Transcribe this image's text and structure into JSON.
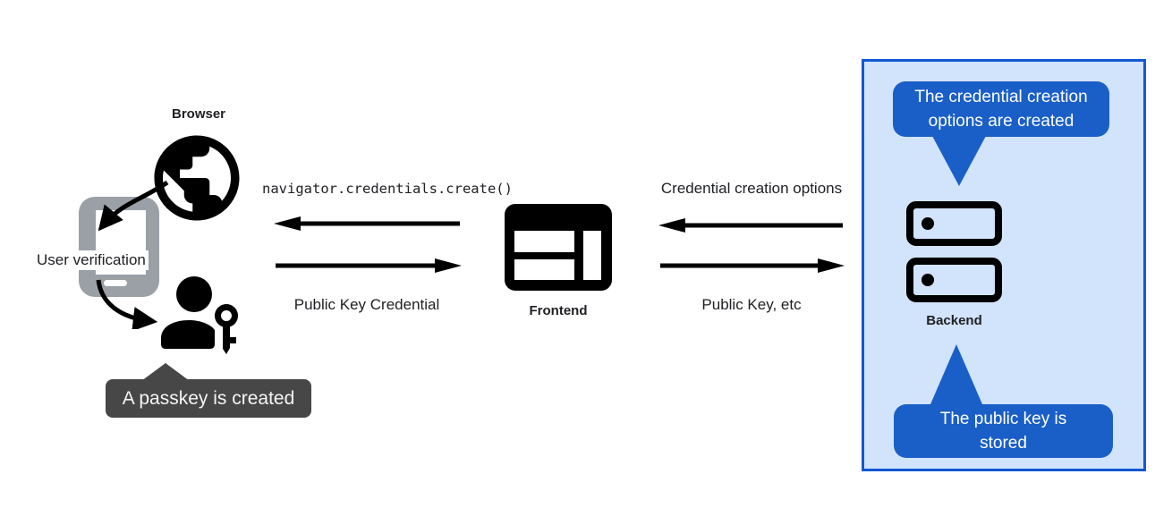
{
  "colors": {
    "panel_fill": "#d2e3fc",
    "panel_border": "#1158d3",
    "bubble_blue": "#1a5fc8",
    "tooltip_gray": "#474747",
    "phone_gray": "#9aa0a6",
    "ink": "#000000",
    "text": "#202124"
  },
  "browser": {
    "label": "Browser"
  },
  "authenticator": {
    "user_verification_label": "User verification",
    "passkey_tooltip": "A passkey is created"
  },
  "frontend": {
    "label": "Frontend",
    "create_call": "navigator.credentials.create()",
    "public_key_credential_label": "Public Key Credential"
  },
  "backend": {
    "label": "Backend",
    "credential_creation_options_label": "Credential creation options",
    "public_key_etc_label": "Public Key, etc",
    "options_created_bubble": "The credential creation options are created",
    "public_key_stored_bubble": "The public key is stored"
  }
}
